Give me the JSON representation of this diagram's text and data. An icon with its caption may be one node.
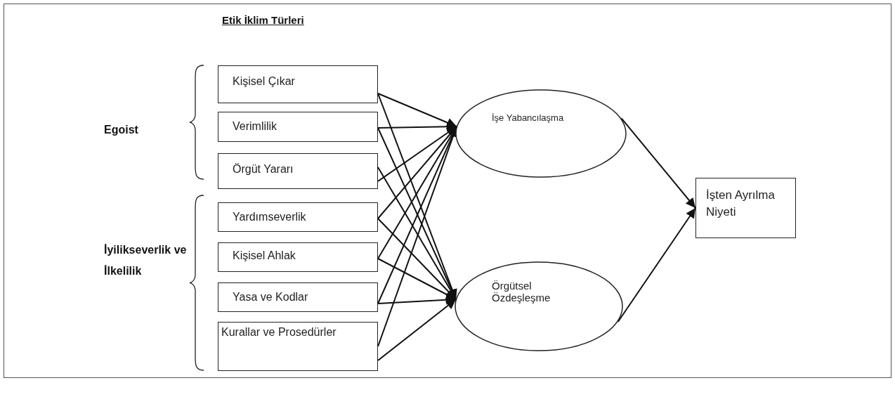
{
  "diagram": {
    "title": "Etik İklim Türleri",
    "nodes": [
      {
        "text": [
          "Kişisel Çıkar"
        ]
      },
      {
        "text": [
          "Verimlilik"
        ]
      },
      {
        "text": [
          "Örgüt Yararı"
        ]
      },
      {
        "text": [
          "Yardımseverlik"
        ]
      },
      {
        "text": [
          "Kişisel Ahlak"
        ]
      },
      {
        "text": [
          "Yasa ve Kodlar"
        ]
      },
      {
        "text": [
          "Kurallar ve Prosedürler"
        ]
      },
      {
        "text": [
          "İşe Yabancılaşma"
        ]
      },
      {
        "text": [
          "Örgütsel Özdeşleşme"
        ]
      },
      {
        "text": [
          "İşten Ayrılma Niyeti"
        ]
      }
    ],
    "edges": [
      {
        "from": 0,
        "to": 7,
        "arrow": "to"
      },
      {
        "from": 0,
        "to": 8,
        "arrow": "to"
      },
      {
        "from": 1,
        "to": 7,
        "arrow": "to"
      },
      {
        "from": 1,
        "to": 8,
        "arrow": "to"
      },
      {
        "from": 2,
        "to": 7,
        "arrow": "to"
      },
      {
        "from": 2,
        "to": 8,
        "arrow": "to"
      },
      {
        "from": 3,
        "to": 7,
        "arrow": "to"
      },
      {
        "from": 3,
        "to": 8,
        "arrow": "to"
      },
      {
        "from": 4,
        "to": 7,
        "arrow": "to"
      },
      {
        "from": 4,
        "to": 8,
        "arrow": "to"
      },
      {
        "from": 5,
        "to": 7,
        "arrow": "to"
      },
      {
        "from": 5,
        "to": 8,
        "arrow": "to"
      },
      {
        "from": 6,
        "to": 7,
        "arrow": "to"
      },
      {
        "from": 6,
        "to": 8,
        "arrow": "to"
      },
      {
        "from": 7,
        "to": 9,
        "arrow": "to"
      },
      {
        "from": 8,
        "to": 9,
        "arrow": "to"
      }
    ],
    "labels": [
      "Egoist",
      "İyilikseverlik ve İlkelilik"
    ]
  }
}
